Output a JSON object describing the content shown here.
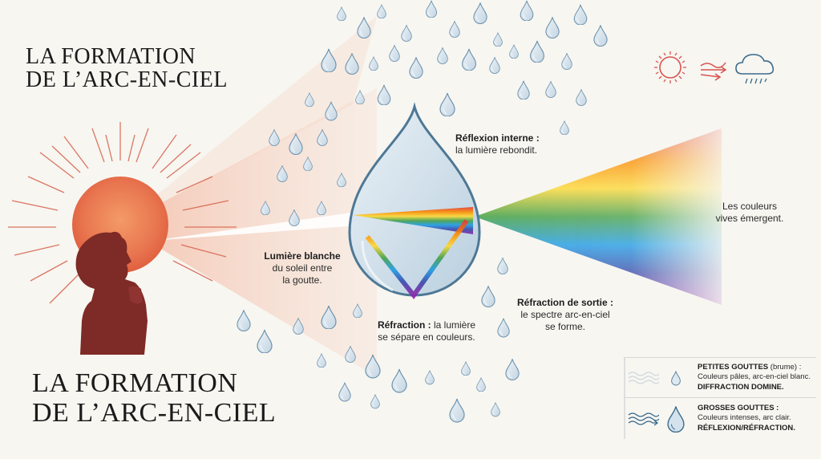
{
  "title": {
    "top_line1": "LA FORMATION",
    "top_line2": "DE L’ARC-EN-CIEL",
    "bottom_line1": "LA FORMATION",
    "bottom_line2": "DE L’ARC-EN-CIEL"
  },
  "icons": {
    "sun": "sun-icon",
    "wind": "wind-arrows-icon",
    "cloud": "rain-cloud-icon",
    "colors": {
      "sun": "#d9534f",
      "cloud": "#3b6a8c"
    }
  },
  "labels": {
    "white_light": {
      "bold": "Lumière blanche",
      "line2": "du soleil entre",
      "line3": "la goutte."
    },
    "internal_reflection": {
      "bold": "Réflexion interne :",
      "line2": "la lumière rebondit."
    },
    "refraction": {
      "bold": "Réfraction :",
      "rest": " la lumière",
      "line2": "se sépare en couleurs."
    },
    "exit_refraction": {
      "bold": "Réfraction de sortie :",
      "line2": "le spectre arc-en-ciel",
      "line3": "se forme."
    },
    "colors_emerge": {
      "line1": "Les couleurs",
      "line2": "vives émergent."
    }
  },
  "legend": {
    "rows": [
      {
        "title_bold": "PETITES GOUTTES",
        "title_rest": " (brume) :",
        "line2": "Couleurs pâles, arc-en-ciel blanc.",
        "line3": "DIFFRACTION DOMINE."
      },
      {
        "title_bold": "GROSSES GOUTTES :",
        "title_rest": "",
        "line2": "Couleurs intenses, arc clair.",
        "line3": "RÉFLEXION/RÉFRACTION."
      }
    ]
  },
  "palette": {
    "background": "#f7f6f1",
    "sun": "#e8754f",
    "silhouette": "#7e2a26",
    "drop_fill": "#dbe6ee",
    "drop_stroke": "#5d87a3",
    "spectrum": [
      "#e53935",
      "#fb8c00",
      "#fdd835",
      "#43a047",
      "#1e88e5",
      "#3949ab",
      "#8e24aa"
    ]
  }
}
